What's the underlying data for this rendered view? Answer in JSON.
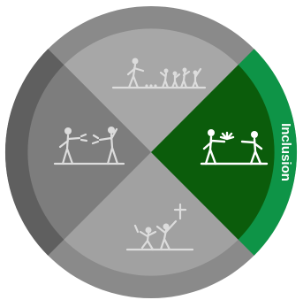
{
  "wheel": {
    "active_label": "Inclusion",
    "colors": {
      "outer_ring": "#8a8a8a",
      "left_ring": "#5f5f5f",
      "top_segment": "#a7a7a7",
      "left_segment": "#7d7d7d",
      "bottom_segment": "#a1a1a1",
      "active_segment": "#0b5c0b",
      "active_ring": "#0e9447",
      "figure_light": "#dcdcdc",
      "figure_active": "#ffffff"
    },
    "segments": [
      {
        "position": "top",
        "active": false,
        "icon": "crowd-icon"
      },
      {
        "position": "left",
        "active": false,
        "icon": "two-figures-pushing-icon"
      },
      {
        "position": "right",
        "active": true,
        "icon": "two-figures-offering-flower-icon"
      },
      {
        "position": "bottom",
        "active": false,
        "icon": "figure-lifting-cross-icon"
      }
    ]
  }
}
